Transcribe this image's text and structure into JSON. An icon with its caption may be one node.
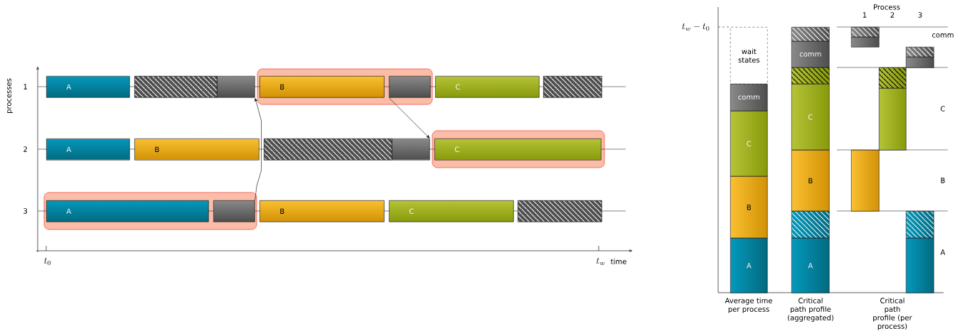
{
  "diagram": {
    "nodes": [
      {
        "text": [
          "A"
        ]
      },
      {
        "text": [],
        "shape": "box"
      },
      {
        "text": [],
        "shape": "box"
      },
      {
        "text": [
          "B"
        ]
      },
      {
        "text": [],
        "shape": "box"
      },
      {
        "text": [
          "C"
        ]
      },
      {
        "text": [],
        "shape": "box"
      },
      {
        "text": [
          "A"
        ]
      },
      {
        "text": [
          "B"
        ]
      },
      {
        "text": [],
        "shape": "box"
      },
      {
        "text": [],
        "shape": "box"
      },
      {
        "text": [
          "C"
        ]
      },
      {
        "text": [
          "A"
        ]
      },
      {
        "text": [],
        "shape": "box"
      },
      {
        "text": [
          "B"
        ]
      },
      {
        "text": [
          "C"
        ]
      },
      {
        "text": [],
        "shape": "box"
      },
      {
        "text": [
          "wait states"
        ]
      },
      {
        "text": [
          "comm"
        ]
      },
      {
        "text": [
          "C"
        ]
      },
      {
        "text": [
          "B"
        ]
      },
      {
        "text": [
          "A"
        ]
      },
      {
        "text": [],
        "shape": "box"
      },
      {
        "text": [
          "comm"
        ]
      },
      {
        "text": [],
        "shape": "box"
      },
      {
        "text": [
          "C"
        ]
      },
      {
        "text": [
          "B"
        ]
      },
      {
        "text": [],
        "shape": "box"
      },
      {
        "text": [
          "A"
        ]
      },
      {
        "text": [],
        "shape": "box"
      },
      {
        "text": [],
        "shape": "box"
      },
      {
        "text": [],
        "shape": "box"
      },
      {
        "text": [],
        "shape": "box"
      },
      {
        "text": [],
        "shape": "box"
      },
      {
        "text": [],
        "shape": "box"
      },
      {
        "text": [],
        "shape": "box"
      },
      {
        "text": [],
        "shape": "box"
      },
      {
        "text": [],
        "shape": "box"
      }
    ],
    "edges": [
      {
        "from": 13,
        "to": 2,
        "arrow": "to"
      },
      {
        "from": 4,
        "to": 10,
        "arrow": "to"
      }
    ],
    "labels": [
      "processes",
      "1",
      "2",
      "3",
      "t_{0}",
      "t_{w}",
      "time",
      "t_{w} - t_{0}",
      "Process",
      "1",
      "2",
      "3",
      "comm",
      "C",
      "B",
      "A",
      "Average time per process",
      "Critical path profile (aggregated)",
      "Critical path profile (per process)"
    ]
  }
}
